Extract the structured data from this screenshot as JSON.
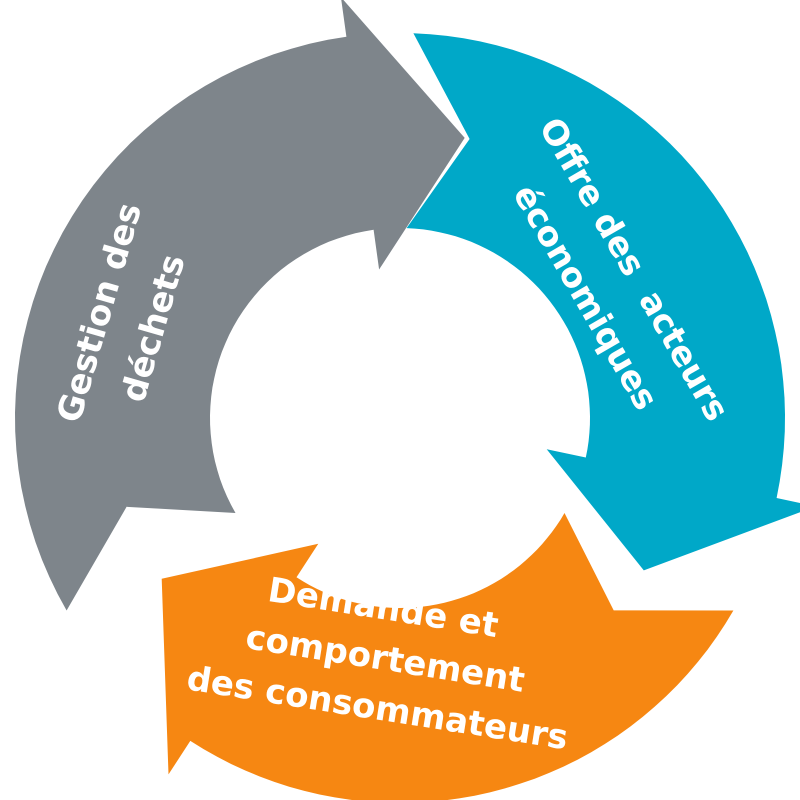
{
  "colors": {
    "gray": "#7e858b",
    "teal": "#00a8c8",
    "orange": "#f68712",
    "text": "#ffffff"
  },
  "segments": [
    {
      "id": "gestion",
      "color_key": "gray",
      "lines": [
        "Gestion des",
        "déchets"
      ]
    },
    {
      "id": "offre",
      "color_key": "teal",
      "lines": [
        "Offre des  acteurs",
        "économiques"
      ]
    },
    {
      "id": "demande",
      "color_key": "orange",
      "lines": [
        "Demande et",
        "comportement",
        "des consommateurs"
      ]
    }
  ]
}
